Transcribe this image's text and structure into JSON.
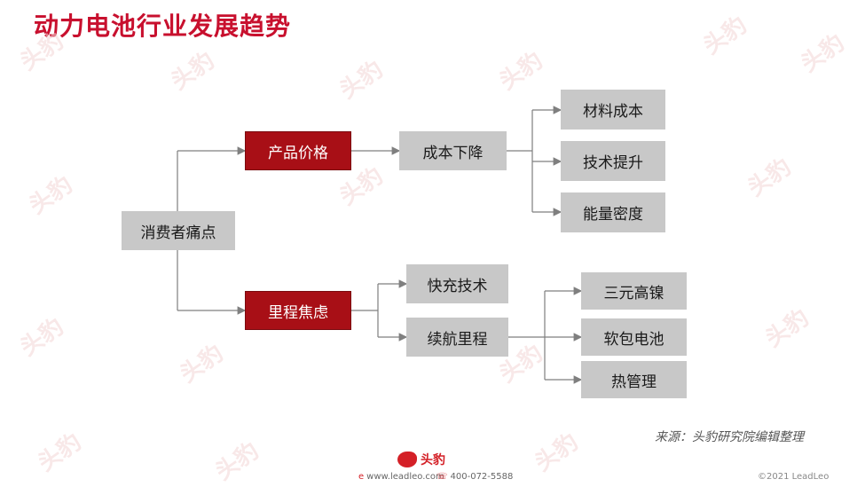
{
  "header": {
    "title": "动力电池行业发展趋势"
  },
  "watermark": {
    "text": "头豹"
  },
  "diagram": {
    "root": "消费者痛点",
    "branches": [
      {
        "label": "产品价格",
        "children": [
          {
            "label": "成本下降",
            "children": [
              "材料成本",
              "技术提升",
              "能量密度"
            ]
          }
        ]
      },
      {
        "label": "里程焦虑",
        "children": [
          {
            "label": "快充技术",
            "children": []
          },
          {
            "label": "续航里程",
            "children": [
              "三元高镍",
              "软包电池",
              "热管理"
            ]
          }
        ]
      }
    ]
  },
  "source": "来源：头豹研究院编辑整理",
  "footer": {
    "logo_text": "头豹",
    "website": "www.leadleo.com",
    "phone": "400-072-5588",
    "copyright": "©2021 LeadLeo"
  },
  "colors": {
    "accent": "#c8102e",
    "red_box": "#a80f16",
    "grey_box": "#c8c8c8",
    "line": "#7f7f7f"
  }
}
